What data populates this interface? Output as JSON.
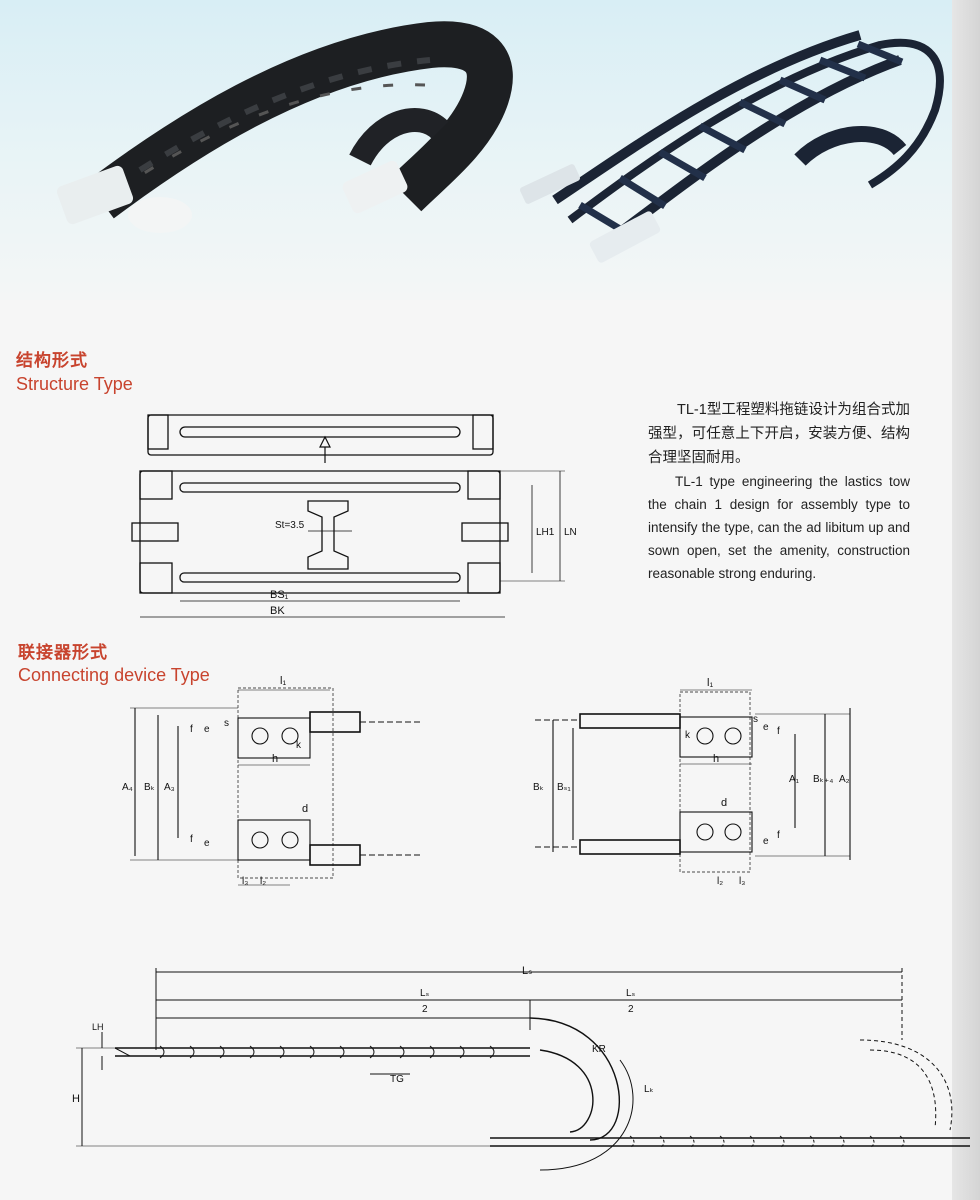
{
  "sections": {
    "structure_cn": "结构形式",
    "structure_en": "Structure Type",
    "connecting_cn": "联接器形式",
    "connecting_en": "Connecting device Type"
  },
  "description": {
    "cn": "TL-1型工程塑料拖链设计为组合式加强型，可任意上下开启，安装方便、结构合理坚固耐用。",
    "en": "TL-1 type engineering the lastics tow the chain 1 design for assembly type to intensify the type, can the ad libitum up and sown open, set the amenity, construction reasonable strong enduring."
  },
  "labels": {
    "st": "St=3.5",
    "bs1": "BS₁",
    "bk": "BK",
    "lh1": "LH1",
    "ln": "LN",
    "l1": "l₁",
    "h": "h",
    "d": "d",
    "e": "e",
    "f": "f",
    "s": "s",
    "k": "k",
    "l2": "l₂",
    "l3": "l₃",
    "a1": "A₁",
    "a2": "A₂",
    "a3": "A₃",
    "a4": "A₄",
    "bk_small": "Bₖ",
    "bs1_small": "Bₛ₁",
    "bk4": "Bₖ₊₄",
    "ls": "Lₛ",
    "two": "2",
    "lh": "LH",
    "h_big": "H",
    "tg": "TG",
    "kr": "KR",
    "lk": "Lₖ"
  }
}
